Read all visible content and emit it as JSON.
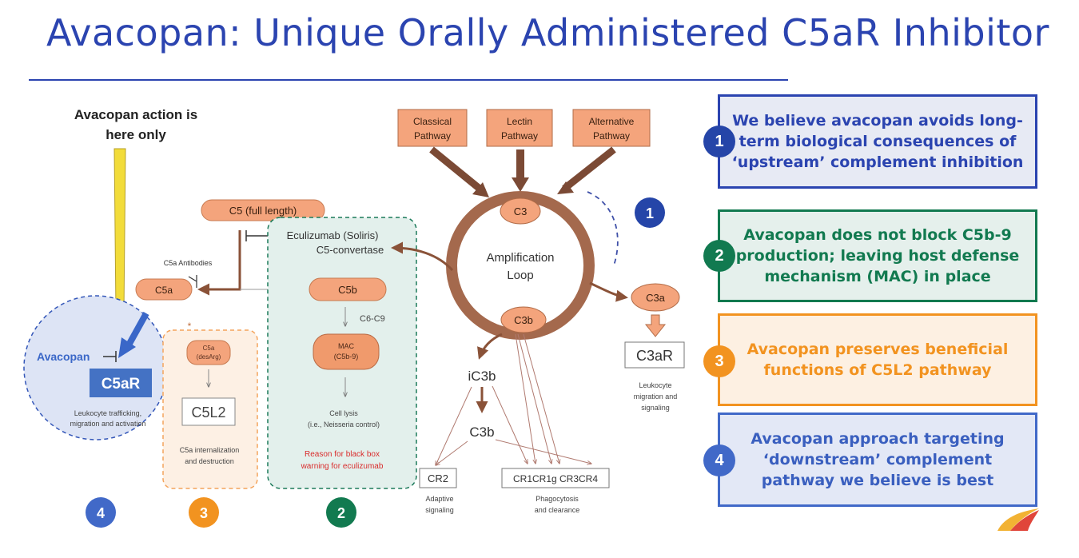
{
  "title": "Avacopan: Unique Orally Administered C5aR Inhibitor",
  "diagram": {
    "action_label_line1": "Avacopan action is",
    "action_label_line2": "here only",
    "pathways": [
      "Classical Pathway",
      "Lectin Pathway",
      "Alternative Pathway"
    ],
    "c3": "C3",
    "loop_line1": "Amplification",
    "loop_line2": "Loop",
    "c3b_loop": "C3b",
    "c3a": "C3a",
    "c3ar": "C3aR",
    "c3ar_desc": [
      "Leukocyte",
      "migration and",
      "signaling"
    ],
    "ic3b": "iC3b",
    "c3b_bottom": "C3b",
    "cr2": "CR2",
    "cr2_desc": [
      "Adaptive",
      "signaling"
    ],
    "crs": "CR1CR1g CR3CR4",
    "crs_desc": [
      "Phagocytosis",
      "and clearance"
    ],
    "c5_full": "C5 (full length)",
    "eculizumab": "Eculizumab (Soliris)",
    "c5_convertase": "C5-convertase",
    "c5a_antibodies": "C5a Antibodies",
    "c5a": "C5a",
    "c5b": "C5b",
    "c6c9": "C6-C9",
    "mac_line1": "MAC",
    "mac_line2": "(C5b-9)",
    "cell_lysis_line1": "Cell lysis",
    "cell_lysis_line2": "(i.e., Neisseria control)",
    "black_box_line1": "Reason for black box",
    "black_box_line2": "warning for eculizumab",
    "avacopan_inhibit": "Avacopan",
    "c5ar": "C5aR",
    "c5ar_desc": [
      "Leukocyte trafficking,",
      "migration and activation"
    ],
    "c5a_desarg_line1": "C5a",
    "c5a_desarg_line2": "(desArg)",
    "c5l2": "C5L2",
    "c5l2_desc": [
      "C5a internalization",
      "and destruction"
    ],
    "star": "*",
    "markers": [
      "1",
      "2",
      "3",
      "4"
    ]
  },
  "callouts": [
    {
      "num": "1",
      "text": "We believe avacopan avoids long-term biological consequences of ‘upstream’ complement inhibition"
    },
    {
      "num": "2",
      "text": "Avacopan does not block C5b-9 production; leaving host defense mechanism (MAC) in place"
    },
    {
      "num": "3",
      "text": "Avacopan preserves beneficial functions of C5L2 pathway"
    },
    {
      "num": "4",
      "text": "Avacopan approach targeting ‘downstream’ complement pathway we believe is best"
    }
  ],
  "colors": {
    "title_blue": "#2b44b0",
    "marker_blue": "#2545a8",
    "marker_green": "#127a50",
    "marker_orange": "#f29320",
    "marker_light_blue": "#4169c8",
    "box_orange": "#f4a47c",
    "loop_brown": "#a4694d",
    "arrow_brown": "#7b4a35",
    "warning_red": "#d92c2c",
    "arrow_yellow": "#f2dc3a"
  }
}
